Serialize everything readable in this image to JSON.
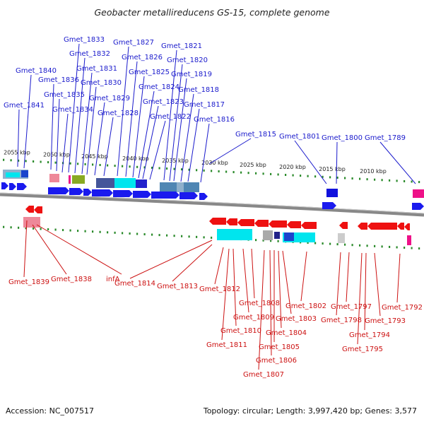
{
  "title": "Geobacter metallireducens GS-15, complete genome",
  "footer": {
    "accession": "Accession: NC_007517",
    "topology": "Topology: circular; Length: 3,997,420 bp; Genes: 3,577"
  },
  "scale_labels": [
    "2055 kbp",
    "2050 kbp",
    "2045 kbp",
    "2040 kbp",
    "2035 kbp",
    "2030 kbp",
    "2025 kbp",
    "2020 kbp",
    "2015 kbp",
    "2010 kbp"
  ],
  "colors": {
    "forward_gene": "#1a1aee",
    "reverse_gene": "#ee1111",
    "forward_label": "#1a1acc",
    "reverse_label": "#cc1111",
    "backbone": "#888888",
    "tick": "#2a8a2a"
  },
  "forward_genes": [
    "Gmet_1841",
    "Gmet_1840",
    "Gmet_1836",
    "Gmet_1835",
    "Gmet_1834",
    "Gmet_1833",
    "Gmet_1832",
    "Gmet_1831",
    "Gmet_1830",
    "Gmet_1829",
    "Gmet_1828",
    "Gmet_1827",
    "Gmet_1826",
    "Gmet_1825",
    "Gmet_1824",
    "Gmet_1823",
    "Gmet_1822",
    "Gmet_1821",
    "Gmet_1820",
    "Gmet_1819",
    "Gmet_1818",
    "Gmet_1817",
    "Gmet_1816",
    "Gmet_1815",
    "Gmet_1801",
    "Gmet_1800",
    "Gmet_1789"
  ],
  "reverse_genes": [
    "Gmet_1839",
    "Gmet_1838",
    "infA",
    "Gmet_1814",
    "Gmet_1813",
    "Gmet_1812",
    "Gmet_1811",
    "Gmet_1810",
    "Gmet_1809",
    "Gmet_1808",
    "Gmet_1807",
    "Gmet_1806",
    "Gmet_1805",
    "Gmet_1804",
    "Gmet_1803",
    "Gmet_1802",
    "Gmet_1798",
    "Gmet_1797",
    "Gmet_1795",
    "Gmet_1794",
    "Gmet_1793",
    "Gmet_1792"
  ]
}
